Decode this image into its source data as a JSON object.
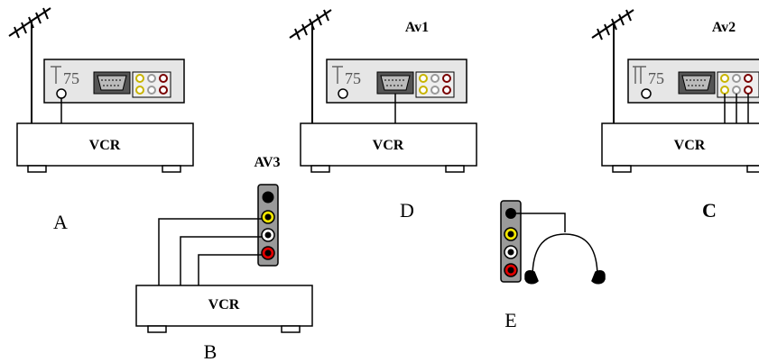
{
  "colors": {
    "panel": "#e6e6e6",
    "jack_panel": "#9a9a9a",
    "jack_yellow": "#f2e600",
    "jack_white": "#ffffff",
    "jack_red": "#e00000",
    "jack_black": "#000000",
    "line": "#000000"
  },
  "icons": {
    "antenna": "antenna-icon",
    "scart": "scart-connector-icon",
    "rca_block": "rca-connector-block-icon",
    "antenna_socket": "antenna-socket-icon",
    "headphones": "headphones-icon"
  },
  "panels": {
    "A": {
      "vcr_label": "VCR",
      "socket_label": "75",
      "letter": "A"
    },
    "D": {
      "vcr_label": "VCR",
      "socket_label": "75",
      "letter": "D",
      "header": "Av1"
    },
    "C": {
      "vcr_label": "VCR",
      "socket_label": "75",
      "letter": "C",
      "header": "Av2"
    },
    "B": {
      "vcr_label": "VCR",
      "letter": "B",
      "header": "AV3"
    },
    "E": {
      "letter": "E"
    }
  }
}
